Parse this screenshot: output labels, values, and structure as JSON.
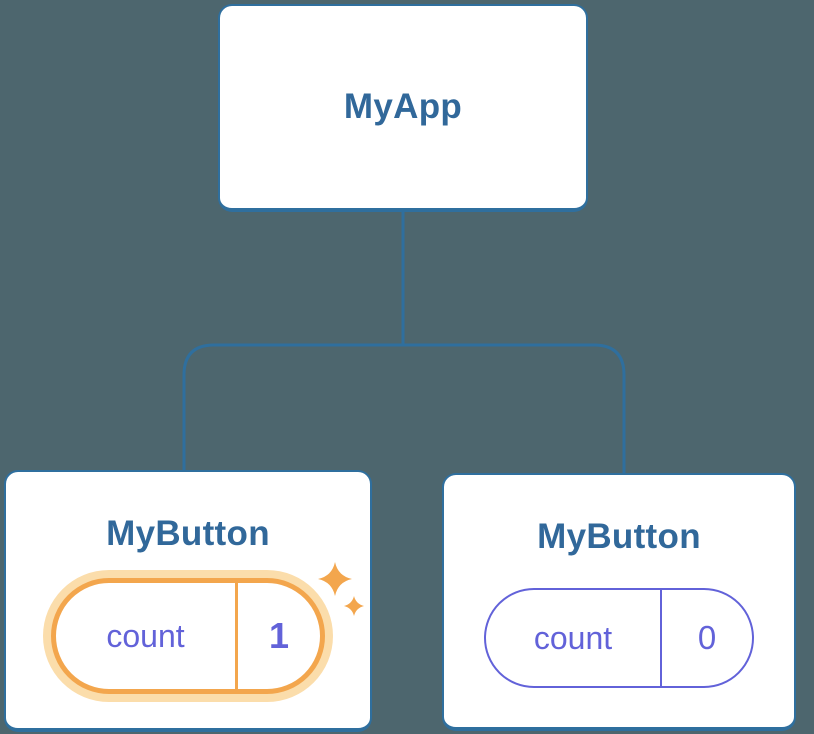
{
  "colors": {
    "bg": "#4d666e",
    "line": "#2f6f9e",
    "title": "#31689a",
    "purple": "#6262d9",
    "orange": "#f3a64d",
    "orange-glow": "#fbddab"
  },
  "tree": {
    "root": {
      "title": "MyApp"
    },
    "children": [
      {
        "title": "MyButton",
        "highlighted": true,
        "icon": "sparkles-icon",
        "state": {
          "label": "count",
          "value": "1"
        }
      },
      {
        "title": "MyButton",
        "highlighted": false,
        "state": {
          "label": "count",
          "value": "0"
        }
      }
    ]
  }
}
